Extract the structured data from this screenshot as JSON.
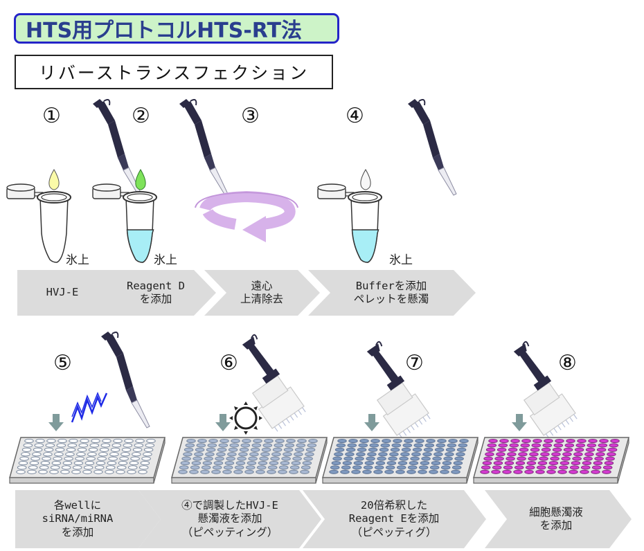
{
  "title": "HTS用プロトコルHTS-RT法",
  "subtitle": "リバーストランスフェクション",
  "ice_label": "氷上",
  "steps_top": [
    {
      "num": "①",
      "line1": "HVJ-E",
      "line2": ""
    },
    {
      "num": "②",
      "line1": "Reagent D",
      "line2": "を添加"
    },
    {
      "num": "③",
      "line1": "遠心",
      "line2": "上清除去"
    },
    {
      "num": "④",
      "line1": "Bufferを添加",
      "line2": "ペレットを懸濁"
    }
  ],
  "steps_bottom": [
    {
      "num": "⑤",
      "line1": "各wellに",
      "line2": "siRNA/miRNA",
      "line3": "を添加"
    },
    {
      "num": "⑥",
      "line1": "④で調製したHVJ-E",
      "line2": "懸濁液を添加",
      "line3": "（ピペッティング）"
    },
    {
      "num": "⑦",
      "line1": "20倍希釈した",
      "line2": "Reagent Eを添加",
      "line3": "（ピペッティグ）"
    },
    {
      "num": "⑧",
      "line1": "細胞懸濁液",
      "line2": "を添加",
      "line3": ""
    }
  ],
  "colors": {
    "title_bg": "#cdf3c8",
    "title_border": "#2424c8",
    "title_text": "#2a3e8e",
    "arrow_bg": "#dcdcdc",
    "pipette": "#2b2a44",
    "tube_liquid": "#a8eef6",
    "rotation_arrow": "#d7b2ea",
    "plate_well_6": "#a8b8d2",
    "plate_well_7": "#7e98be",
    "plate_well_8": "#d33ad0",
    "rna": "#1e2ae6"
  },
  "icons": [
    "pipette-icon",
    "tube-icon",
    "centrifuge-rotation-icon",
    "well-plate-icon",
    "rna-strand-icon",
    "light-icon",
    "multichannel-pipette-icon",
    "down-arrow-icon"
  ]
}
